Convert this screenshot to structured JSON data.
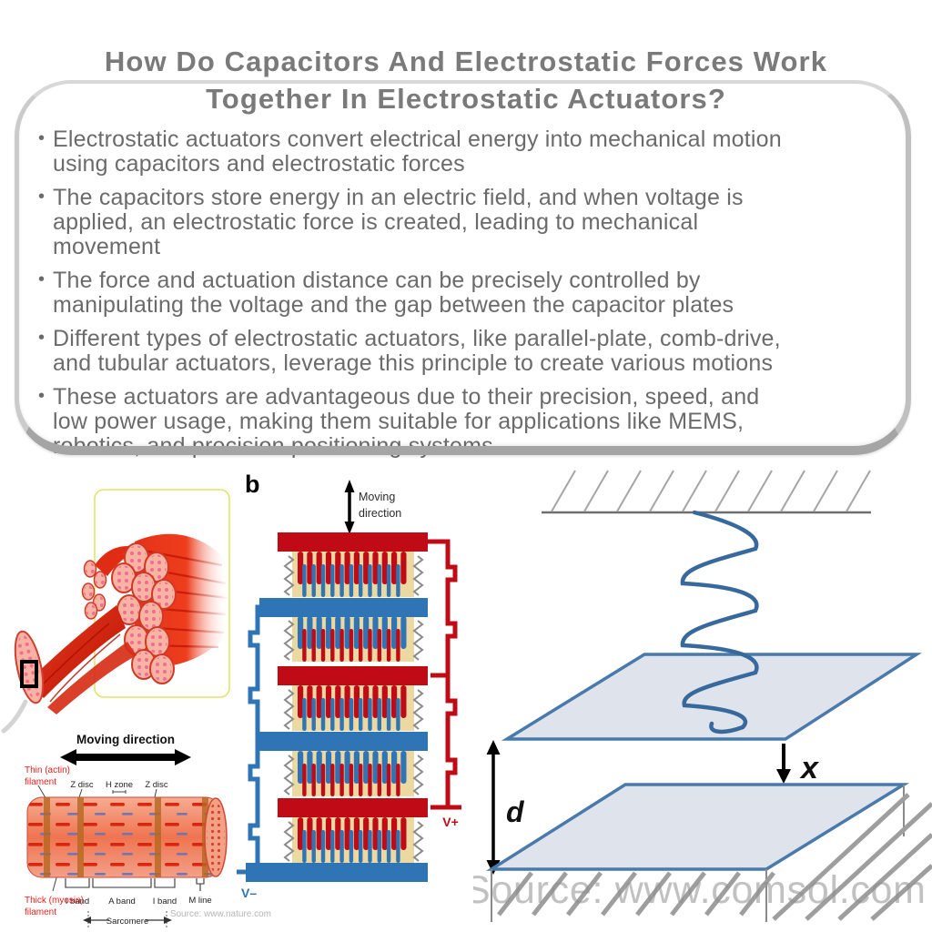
{
  "title": "How Do Capacitors And Electrostatic Forces Work\nTogether In Electrostatic Actuators?",
  "bullets": {
    "marker": "•",
    "b1": "Electrostatic actuators convert electrical energy into mechanical motion\nusing capacitors and electrostatic forces",
    "b2": "The capacitors store energy in an electric field, and when voltage is\napplied, an electrostatic force is created, leading to mechanical\nmovement",
    "b3": "The force and actuation distance can be precisely controlled by\nmanipulating the voltage and the gap between the capacitor plates",
    "b4": "Different types of electrostatic actuators, like parallel-plate, comb-drive,\nand tubular actuators, leverage this principle to create various motions",
    "b5": "These actuators are advantageous due to their precision, speed, and\nlow power usage, making them suitable for applications like MEMS,\nrobotics, and precision positioning systems"
  },
  "muscle_figure": {
    "moving_direction": "Moving direction",
    "thin_filament_line1": "Thin (actin)",
    "thin_filament_line2": "filament",
    "thick_filament_line1": "Thick (myosin)",
    "thick_filament_line2": "filament",
    "z_disc_left": "Z disc",
    "h_zone": "H zone",
    "z_disc_right": "Z disc",
    "i_band_left": "I band",
    "a_band": "A band",
    "i_band_right": "I band",
    "m_line": "M line",
    "sarcomere": "Sarcomere",
    "source": "Source: www.nature.com"
  },
  "comb_figure": {
    "panel_label": "b",
    "moving_direction_line1": "Moving",
    "moving_direction_line2": "direction",
    "v_plus": "V+",
    "v_minus": "V–"
  },
  "plate_figure": {
    "x_label": "x",
    "d_label": "d",
    "watermark": "Source: www.comsol.com"
  },
  "colors": {
    "title_gray": "#7a7a7a",
    "body_gray": "#6b6b6b",
    "electrode_red": "#c00b17",
    "electrode_blue": "#2f74b5",
    "comb_base_tan": "#ecd9a2",
    "plate_fill": "#dfe3ec",
    "plate_stroke": "#4a7aab",
    "muscle_red": "#e33217",
    "label_red": "#e5201c",
    "source_gray": "#b5b5b5",
    "watermark_gray": "#8f8f8f"
  }
}
